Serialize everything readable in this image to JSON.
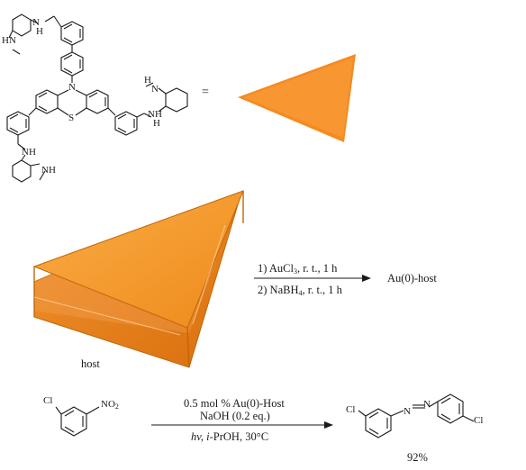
{
  "scheme": {
    "equals_sign": "=",
    "host_label": "host",
    "host_product": "Au(0)-host",
    "step1": {
      "prefix": "1) AuCl",
      "sub": "3",
      "suffix": ", r. t., 1 h"
    },
    "step2": {
      "prefix": "2) NaBH",
      "sub": "4",
      "suffix": ", r. t., 1 h"
    },
    "reaction": {
      "cond_catalyst": "0.5 mol % Au(0)-Host",
      "cond_base": "NaOH (0.2 eq.)",
      "cond_light_prefix": "hv, ",
      "cond_light_italic": "i",
      "cond_light_suffix": "-PrOH, 30°C",
      "yield": "92%"
    },
    "atoms": {
      "N_center": "N",
      "S_center": "S",
      "NH": "NH",
      "HN": "HN",
      "H": "H",
      "N": "N",
      "Cl": "Cl",
      "NO": "NO",
      "NO_sub": "2"
    },
    "colors": {
      "prism_light": "#f7a030",
      "prism_dark": "#e07b12",
      "prism_edge": "#c26608",
      "ink": "#1a1a1a"
    }
  }
}
